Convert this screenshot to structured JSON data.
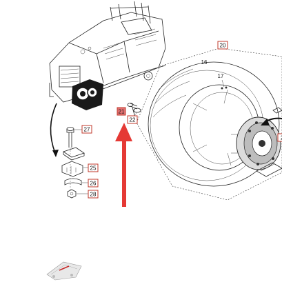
{
  "callouts": {
    "c20": "20",
    "c16": "16",
    "c17": "17",
    "c21": "21",
    "c22": "22",
    "c27": "27",
    "c25": "25",
    "c26": "26",
    "c28": "28",
    "c2x": "2"
  },
  "colors": {
    "callout_border": "#c0392b",
    "highlight_fill": "#e57373",
    "arrow_red": "#e53935",
    "line": "#222222"
  }
}
